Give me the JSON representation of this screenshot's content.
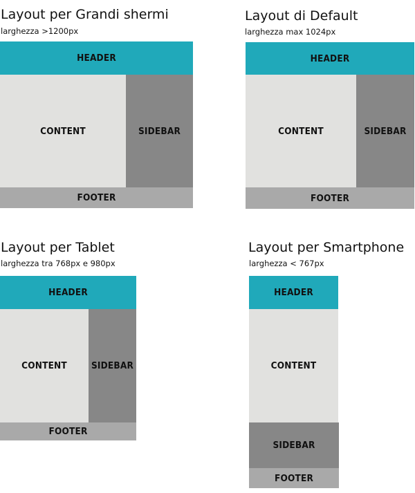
{
  "colors": {
    "header": "#20a9ba",
    "content": "#e1e1df",
    "sidebar": "#878787",
    "footer": "#a9a9a9"
  },
  "layouts": {
    "large": {
      "title": "Layout per Grandi shermi",
      "subtitle": "larghezza >1200px",
      "header": "HEADER",
      "content": "CONTENT",
      "sidebar": "SIDEBAR",
      "footer": "FOOTER"
    },
    "default": {
      "title": "Layout di Default",
      "subtitle": "larghezza max 1024px",
      "header": "HEADER",
      "content": "CONTENT",
      "sidebar": "SIDEBAR",
      "footer": "FOOTER"
    },
    "tablet": {
      "title": "Layout per Tablet",
      "subtitle": "larghezza tra 768px e 980px",
      "header": "HEADER",
      "content": "CONTENT",
      "sidebar": "SIDEBAR",
      "footer": "FOOTER"
    },
    "smartphone": {
      "title": "Layout per Smartphone",
      "subtitle": "larghezza < 767px",
      "header": "HEADER",
      "content": "CONTENT",
      "sidebar": "SIDEBAR",
      "footer": "FOOTER"
    }
  }
}
